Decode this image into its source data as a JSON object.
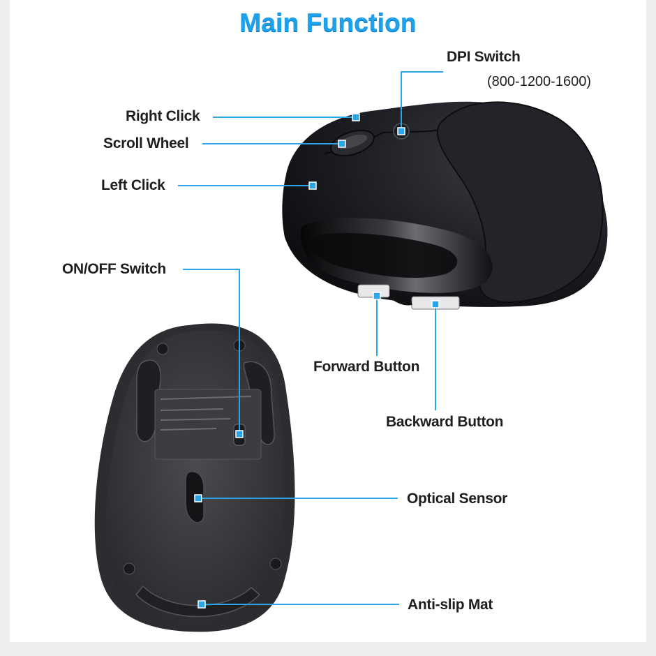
{
  "title": "Main Function",
  "labels": {
    "dpi_switch": "DPI Switch",
    "dpi_values": "(800-1200-1600)",
    "right_click": "Right Click",
    "scroll_wheel": "Scroll Wheel",
    "left_click": "Left Click",
    "on_off_switch": "ON/OFF Switch",
    "forward_button": "Forward Button",
    "backward_button": "Backward Button",
    "optical_sensor": "Optical Sensor",
    "anti_slip_mat": "Anti-slip Mat"
  },
  "colors": {
    "accent": "#1aa3ec",
    "line": "#2aa6e8",
    "mouse_top": "#1c1d22",
    "mouse_bottom": "#3a3b3f"
  }
}
